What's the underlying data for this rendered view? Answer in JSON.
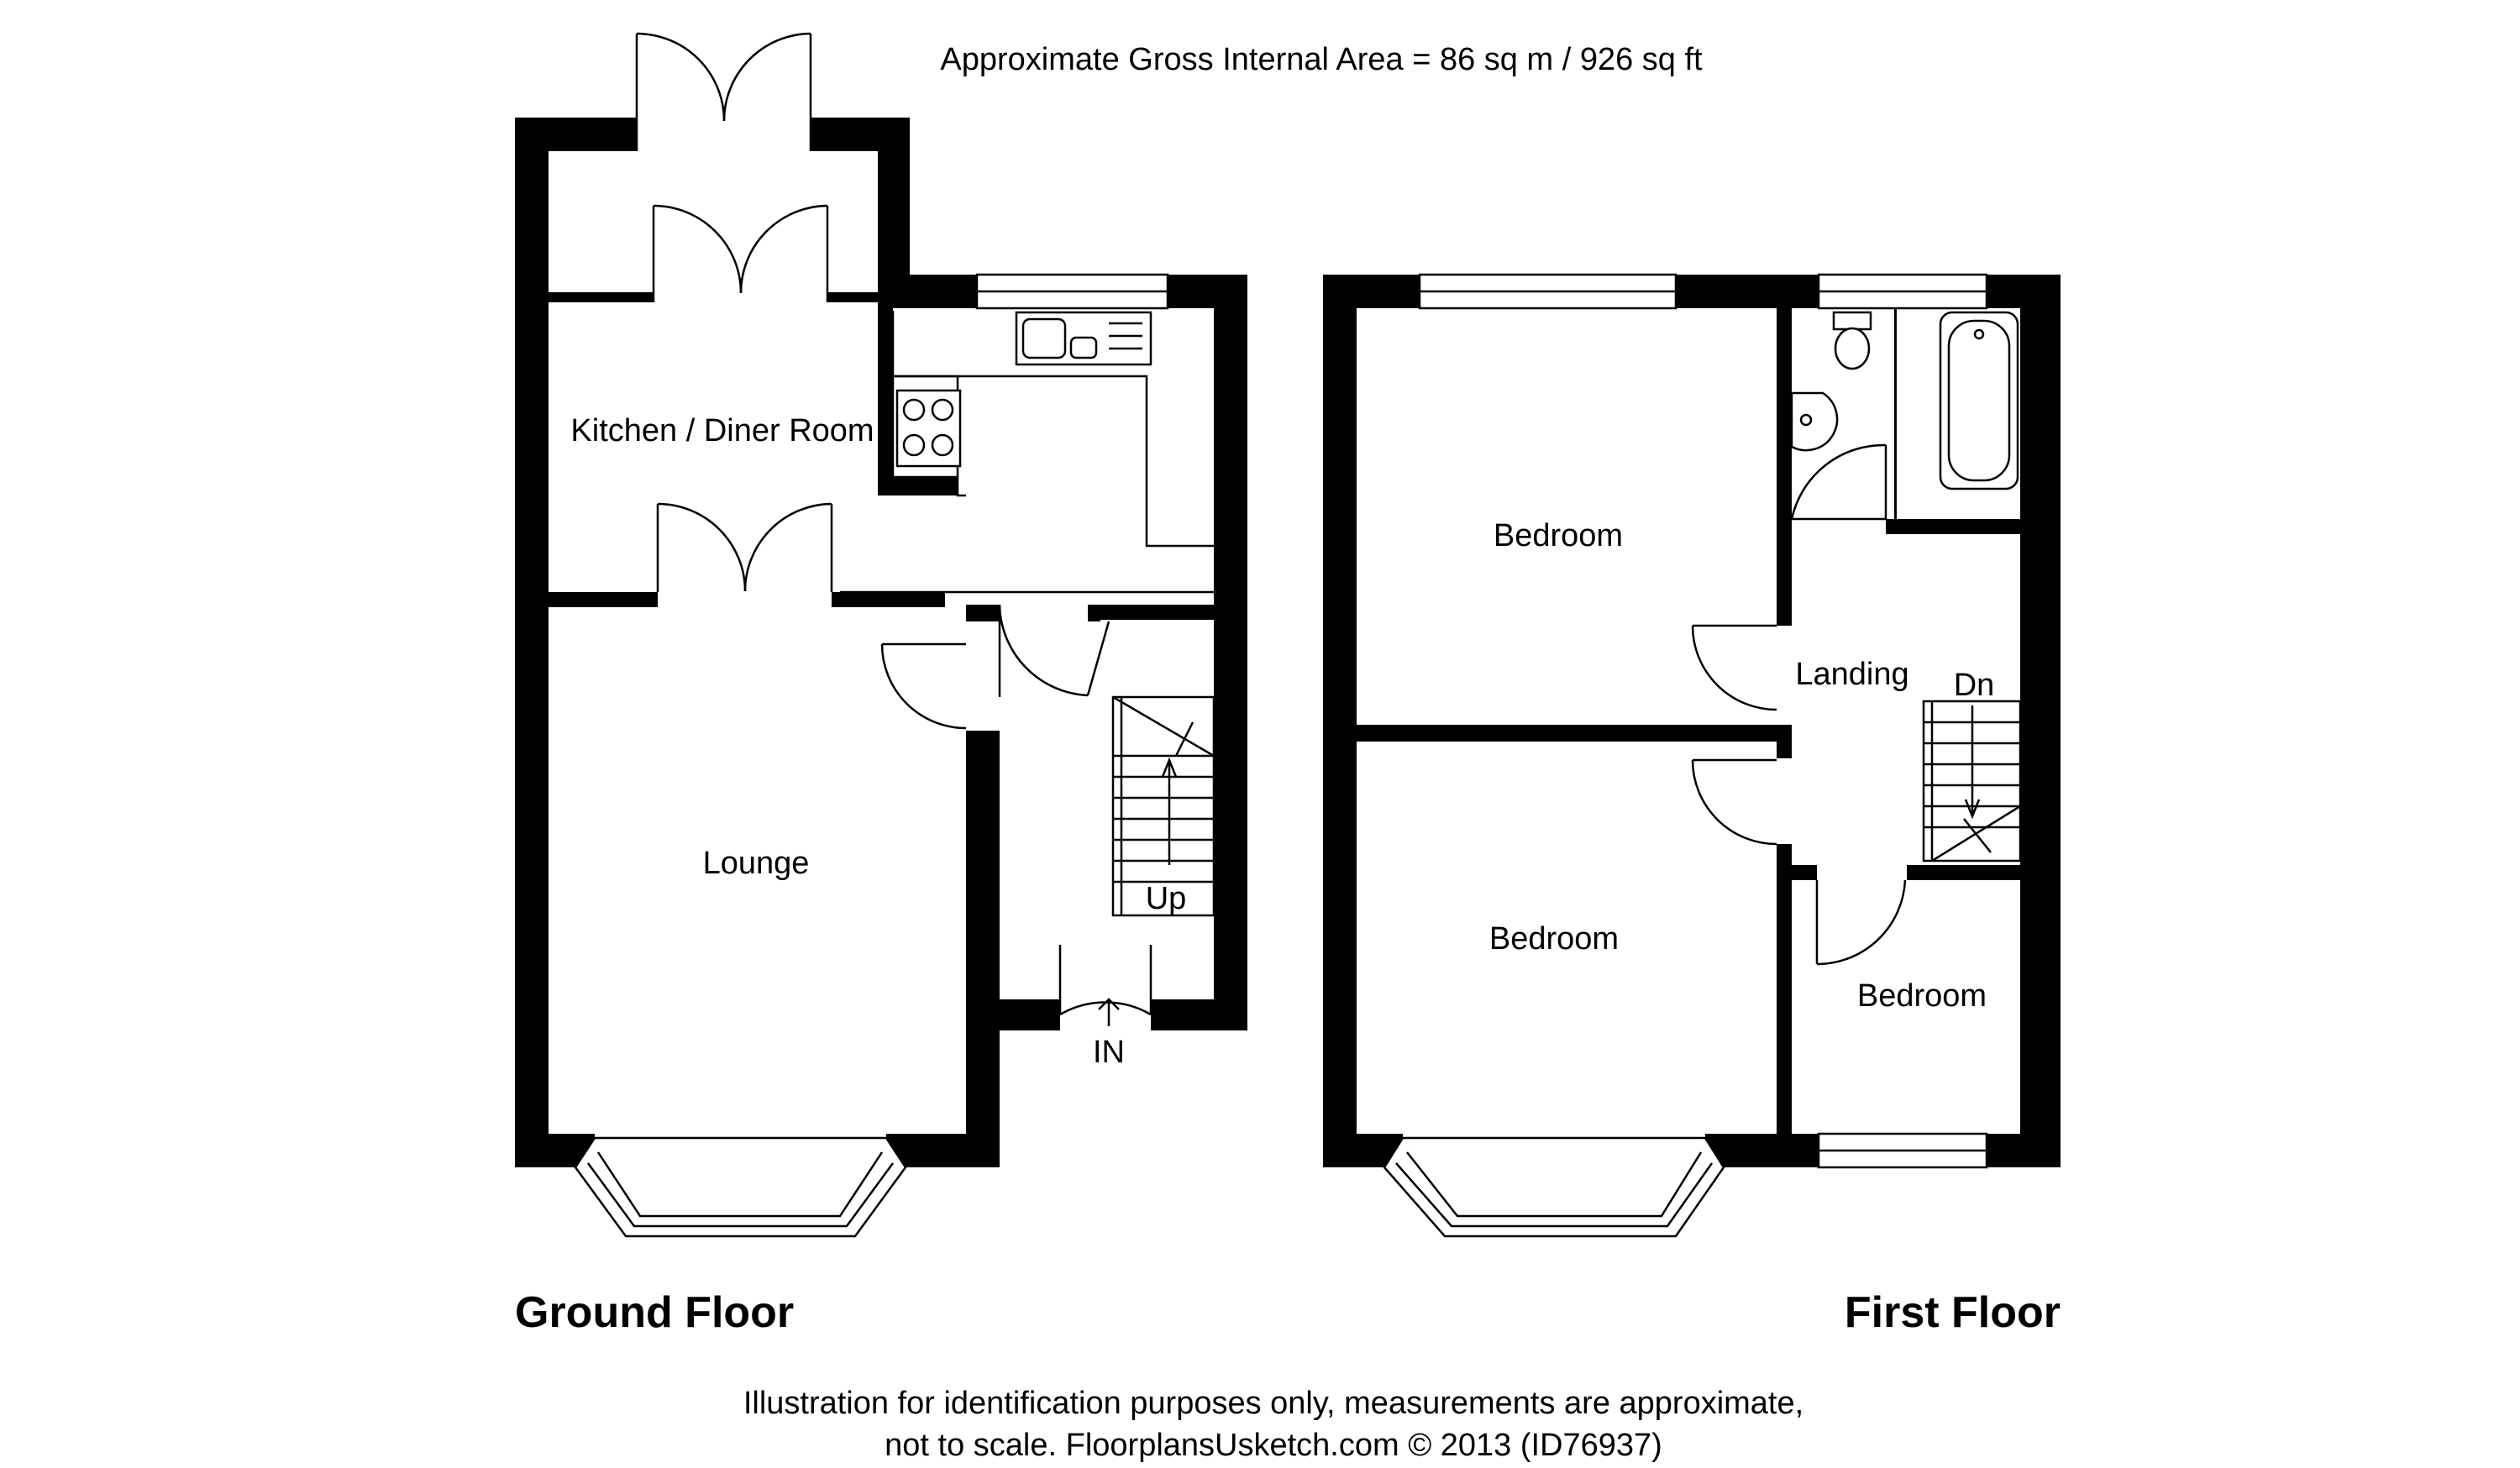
{
  "header": {
    "area": "Approximate Gross Internal Area  = 86 sq m / 926 sq ft"
  },
  "ground_floor": {
    "title": "Ground Floor",
    "rooms": {
      "kitchen": "Kitchen / Diner Room",
      "lounge": "Lounge"
    },
    "stairs_label": "Up",
    "entrance_label": "IN"
  },
  "first_floor": {
    "title": "First Floor",
    "rooms": {
      "bedroom_rear": "Bedroom",
      "bedroom_front": "Bedroom",
      "bedroom_small": "Bedroom",
      "landing": "Landing"
    },
    "stairs_label": "Dn"
  },
  "footer": {
    "line1": "Illustration for identification purposes only, measurements are approximate,",
    "line2": "not to scale. FloorplansUsketch.com © 2013 (ID76937)"
  },
  "colors": {
    "wall": "#000000",
    "background": "#ffffff"
  }
}
